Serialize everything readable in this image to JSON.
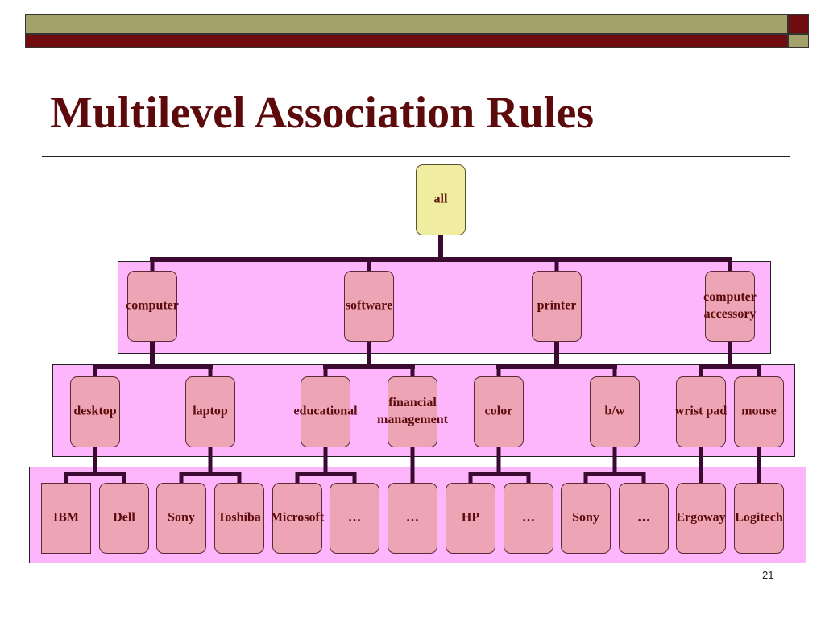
{
  "slide": {
    "title": "Multilevel Association Rules",
    "page_number": "21"
  },
  "colors": {
    "accent_olive": "#a5a16b",
    "accent_maroon": "#6e0c0f",
    "band_fill": "#fdb6fb",
    "node_fill": "#eda4b4",
    "root_fill": "#f0eca0",
    "connector": "#3a0a30",
    "text": "#5c0a0c"
  },
  "hierarchy": {
    "root": {
      "label": "all"
    },
    "level1": [
      {
        "label": "computer"
      },
      {
        "label": "software"
      },
      {
        "label": "printer"
      },
      {
        "label": "computer\naccessory"
      }
    ],
    "level2": [
      {
        "label": "desktop",
        "parent": "computer"
      },
      {
        "label": "laptop",
        "parent": "computer"
      },
      {
        "label": "educational",
        "parent": "software"
      },
      {
        "label": "financial\nmanagement",
        "parent": "software"
      },
      {
        "label": "color",
        "parent": "printer"
      },
      {
        "label": "b/w",
        "parent": "printer"
      },
      {
        "label": "wrist pad",
        "parent": "computer\naccessory"
      },
      {
        "label": "mouse",
        "parent": "computer\naccessory"
      }
    ],
    "level3": [
      {
        "label": "IBM",
        "parent": "desktop"
      },
      {
        "label": "Dell",
        "parent": "desktop"
      },
      {
        "label": "Sony",
        "parent": "laptop"
      },
      {
        "label": "Toshiba",
        "parent": "laptop"
      },
      {
        "label": "Microsoft",
        "parent": "educational"
      },
      {
        "label": "…",
        "parent": "educational"
      },
      {
        "label": "…",
        "parent": "financial\nmanagement"
      },
      {
        "label": "HP",
        "parent": "color"
      },
      {
        "label": "…",
        "parent": "color"
      },
      {
        "label": "Sony",
        "parent": "b/w"
      },
      {
        "label": "…",
        "parent": "b/w"
      },
      {
        "label": "Ergoway",
        "parent": "wrist pad"
      },
      {
        "label": "Logitech",
        "parent": "mouse"
      }
    ]
  }
}
